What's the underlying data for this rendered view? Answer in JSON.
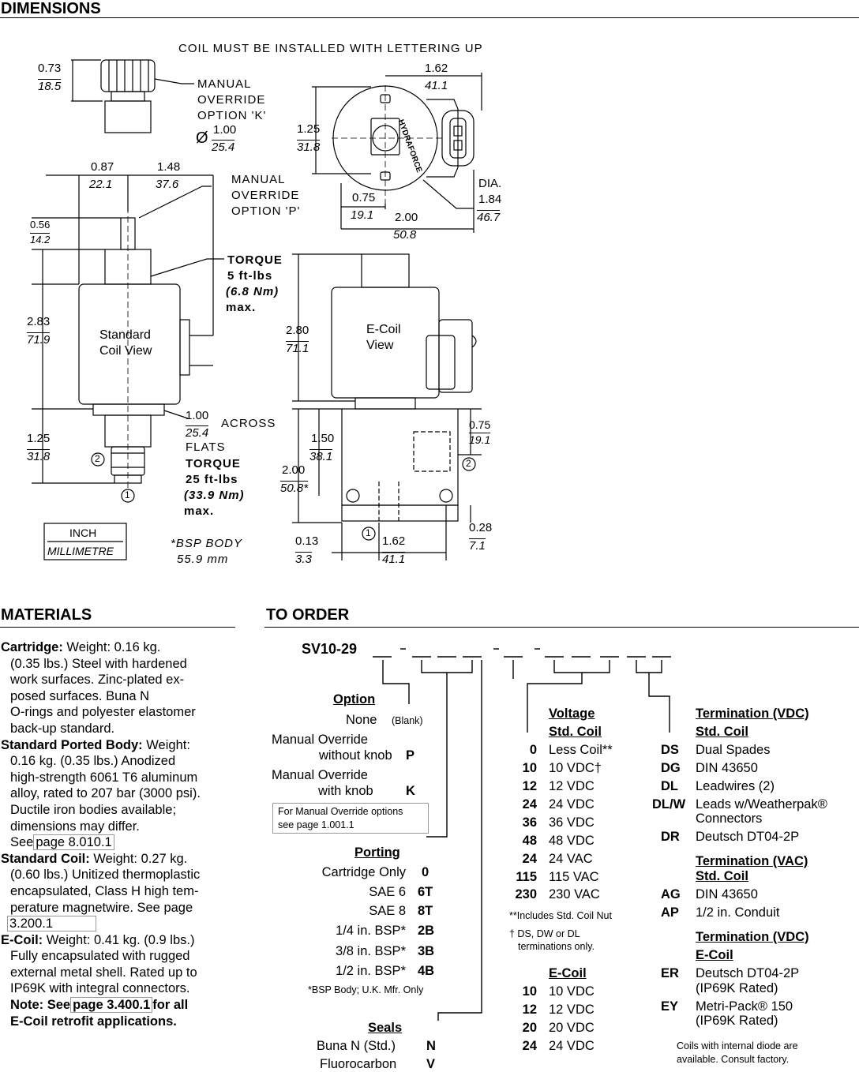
{
  "dimensions": {
    "heading": "DIMENSIONS",
    "note_coil": "COIL MUST BE INSTALLED WITH LETTERING UP",
    "override_k": {
      "inch": "0.73",
      "mm": "18.5",
      "label1": "MANUAL",
      "label2": "OVERRIDE",
      "label3": "OPTION 'K'",
      "dia_symbol": "Ø",
      "dia_inch": "1.00",
      "dia_mm": "25.4"
    },
    "top_view": {
      "w_inch": "1.62",
      "w_mm": "41.1",
      "h_inch": "1.25",
      "h_mm": "31.8",
      "off_inch": "0.75",
      "off_mm": "19.1",
      "len_inch": "2.00",
      "len_mm": "50.8",
      "dia_label": "DIA.",
      "dia_inch": "1.84",
      "dia_mm": "46.7",
      "brand": "HYDRAFORCE"
    },
    "standard": {
      "a_inch": "0.87",
      "a_mm": "22.1",
      "b_inch": "1.48",
      "b_mm": "37.6",
      "c_inch": "0.56",
      "c_mm": "14.2",
      "override_p1": "MANUAL",
      "override_p2": "OVERRIDE",
      "override_p3": "OPTION 'P'",
      "torque1": "TORQUE",
      "torque2": "5 ft-lbs",
      "torque3": "(6.8 Nm)",
      "torque4": "max.",
      "h_inch": "2.83",
      "h_mm": "71.9",
      "view1": "Standard",
      "view2": "Coil View",
      "hex_inch": "1.00",
      "hex_mm": "25.4",
      "across": "ACROSS",
      "flats": "FLATS",
      "t2_1": "TORQUE",
      "t2_2": "25 ft-lbs",
      "t2_3": "(33.9 Nm)",
      "t2_4": "max.",
      "bot_inch": "1.25",
      "bot_mm": "31.8",
      "port1": "1",
      "port2": "2"
    },
    "legend": {
      "inch": "INCH",
      "mm": "MILLIMETRE",
      "bsp1": "*BSP BODY",
      "bsp2": "55.9 mm"
    },
    "ecoil": {
      "h_inch": "2.80",
      "h_mm": "71.1",
      "view1": "E-Coil",
      "view2": "View",
      "b1_inch": "1.50",
      "b1_mm": "38.1",
      "b2_inch": "2.00",
      "b2_mm": "50.8*",
      "r1_inch": "0.75",
      "r1_mm": "19.1",
      "r2_inch": "0.28",
      "r2_mm": "7.1",
      "l_inch": "0.13",
      "l_mm": "3.3",
      "w_inch": "1.62",
      "w_mm": "41.1",
      "port1": "1",
      "port2": "2"
    }
  },
  "materials": {
    "heading": "MATERIALS",
    "cart_title": "Cartridge:",
    "cart_l1": " Weight: 0.16 kg.",
    "cart_l2": "(0.35 lbs.) Steel with hardened",
    "cart_l3": "work surfaces. Zinc-plated ex-",
    "cart_l4": "posed surfaces. Buna N",
    "cart_l5": "O-rings and polyester elastomer",
    "cart_l6": "back-up standard.",
    "body_title": "Standard Ported Body:",
    "body_l1": " Weight:",
    "body_l2": "0.16 kg. (0.35 lbs.) Anodized",
    "body_l3": "high-strength 6061 T6 aluminum",
    "body_l4": "alloy, rated to 207 bar (3000 psi).",
    "body_l5": "Ductile iron bodies available;",
    "body_l6": "dimensions may differ.",
    "body_see": "See",
    "body_ref": "page 8.010.1",
    "coil_title": "Standard Coil:",
    "coil_l1": "  Weight: 0.27 kg.",
    "coil_l2": "(0.60 lbs.) Unitized thermoplastic",
    "coil_l3": "encapsulated, Class H high tem-",
    "coil_l4": "perature magnetwire. See page",
    "coil_ref": "3.200.1",
    "ecoil_title": "E-Coil:",
    "ecoil_l1": " Weight: 0.41 kg. (0.9 lbs.)",
    "ecoil_l2": "Fully encapsulated with rugged",
    "ecoil_l3": "external metal shell. Rated up to",
    "ecoil_l4": "IP69K with integral connectors.",
    "note_a": "Note: See",
    "note_ref": "page 3.400.1",
    "note_b": "for all",
    "note_c": "E-Coil retrofit applications."
  },
  "order": {
    "heading": "TO ORDER",
    "model": "SV10-29",
    "option": {
      "title": "Option",
      "none": "None",
      "none_code": "(Blank)",
      "p1": "Manual Override",
      "p2": "without knob",
      "p_code": "P",
      "k1": "Manual Override",
      "k2": "with knob",
      "k_code": "K",
      "note1": "For Manual Override options",
      "note2": "see page 1.001.1"
    },
    "porting": {
      "title": "Porting",
      "rows": [
        {
          "label": "Cartridge Only",
          "code": "0"
        },
        {
          "label": "SAE 6",
          "code": "6T"
        },
        {
          "label": "SAE 8",
          "code": "8T"
        },
        {
          "label": "1/4 in. BSP*",
          "code": "2B"
        },
        {
          "label": "3/8 in. BSP*",
          "code": "3B"
        },
        {
          "label": "1/2 in. BSP*",
          "code": "4B"
        }
      ],
      "note": "*BSP Body; U.K. Mfr. Only"
    },
    "seals": {
      "title": "Seals",
      "rows": [
        {
          "label": "Buna N (Std.)",
          "code": "N"
        },
        {
          "label": "Fluorocarbon",
          "code": "V"
        }
      ]
    },
    "voltage": {
      "title1": "Voltage",
      "title2": "Std. Coil",
      "rows": [
        {
          "code": "0",
          "label": "Less Coil**"
        },
        {
          "code": "10",
          "label": "10 VDC†"
        },
        {
          "code": "12",
          "label": "12 VDC"
        },
        {
          "code": "24",
          "label": "24 VDC"
        },
        {
          "code": "36",
          "label": "36 VDC"
        },
        {
          "code": "48",
          "label": "48 VDC"
        },
        {
          "code": "24",
          "label": "24 VAC"
        },
        {
          "code": "115",
          "label": "115 VAC"
        },
        {
          "code": "230",
          "label": "230 VAC"
        }
      ],
      "note1": "**Includes Std. Coil Nut",
      "note2": "† DS, DW or DL",
      "note3": "terminations only."
    },
    "ecoil": {
      "title": "E-Coil",
      "rows": [
        {
          "code": "10",
          "label": "10 VDC"
        },
        {
          "code": "12",
          "label": "12 VDC"
        },
        {
          "code": "20",
          "label": "20 VDC"
        },
        {
          "code": "24",
          "label": "24 VDC"
        }
      ]
    },
    "term_vdc": {
      "title1": "Termination (VDC)",
      "title2": "Std. Coil",
      "rows": [
        {
          "code": "DS",
          "label": "Dual Spades"
        },
        {
          "code": "DG",
          "label": "DIN 43650"
        },
        {
          "code": "DL",
          "label": "Leadwires (2)"
        },
        {
          "code": "DL/W",
          "label": "Leads w/Weatherpak®"
        },
        {
          "code": "",
          "label": "Connectors"
        },
        {
          "code": "DR",
          "label": "Deutsch DT04-2P"
        }
      ]
    },
    "term_vac": {
      "title1": "Termination (VAC)",
      "title2": "Std. Coil",
      "rows": [
        {
          "code": "AG",
          "label": "DIN 43650"
        },
        {
          "code": "AP",
          "label": "1/2 in. Conduit"
        }
      ]
    },
    "term_ecoil": {
      "title1": "Termination (VDC)",
      "title2": "E-Coil",
      "rows": [
        {
          "code": "ER",
          "label": "Deutsch DT04-2P"
        },
        {
          "code": "",
          "label": "(IP69K Rated)"
        },
        {
          "code": "EY",
          "label": "Metri-Pack® 150"
        },
        {
          "code": "",
          "label": "(IP69K Rated)"
        }
      ],
      "note1": "Coils with internal diode are",
      "note2": "available. Consult factory."
    }
  }
}
